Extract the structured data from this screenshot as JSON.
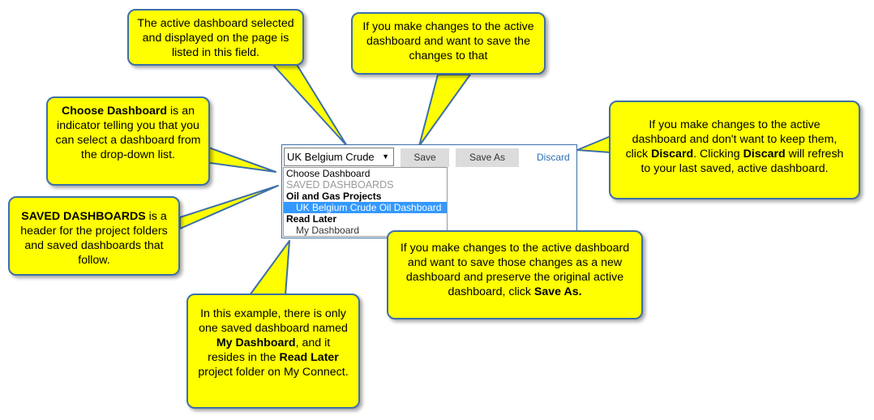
{
  "widget": {
    "select_value": "UK Belgium Crude",
    "save_label": "Save",
    "save_as_label": "Save As",
    "discard_label": "Discard",
    "dropdown": {
      "choose": "Choose Dashboard",
      "header": "SAVED DASHBOARDS",
      "group1": "Oil and Gas Projects",
      "group1_item": "UK Belgium Crude Oil Dashboard",
      "group2": "Read Later",
      "group2_item": "My Dashboard"
    }
  },
  "callouts": {
    "active_dashboard": "The active dashboard selected and displayed on the page is listed in this field.",
    "save": "If you make changes to the active dashboard and want to save the changes to that",
    "choose_bold": "Choose Dashboard",
    "choose_rest": " is an indicator telling you that you can select a dashboard from the drop-down list.",
    "discard_pre": "If you make changes to the active dashboard and don't want to keep them, click ",
    "discard_bold1": "Discard",
    "discard_mid": ". Clicking ",
    "discard_bold2": "Discard",
    "discard_post": " will refresh to your last saved, active dashboard.",
    "saved_bold": "SAVED DASHBOARDS",
    "saved_rest": " is a header for the project folders and saved dashboards that follow.",
    "saveas_pre": "If you make changes to the active dashboard and want to save those changes as a new dashboard and preserve the original active dashboard, click ",
    "saveas_bold": "Save As.",
    "example_pre": "In this example, there is only one saved dashboard named  ",
    "example_bold1": "My Dashboard",
    "example_mid": ", and it resides in the ",
    "example_bold2": "Read Later",
    "example_post": " project folder on My Connect."
  },
  "colors": {
    "callout_fill": "#ffff00",
    "callout_border": "#3d6fa8",
    "selected_item": "#3399ff",
    "link": "#2a6fb6"
  }
}
